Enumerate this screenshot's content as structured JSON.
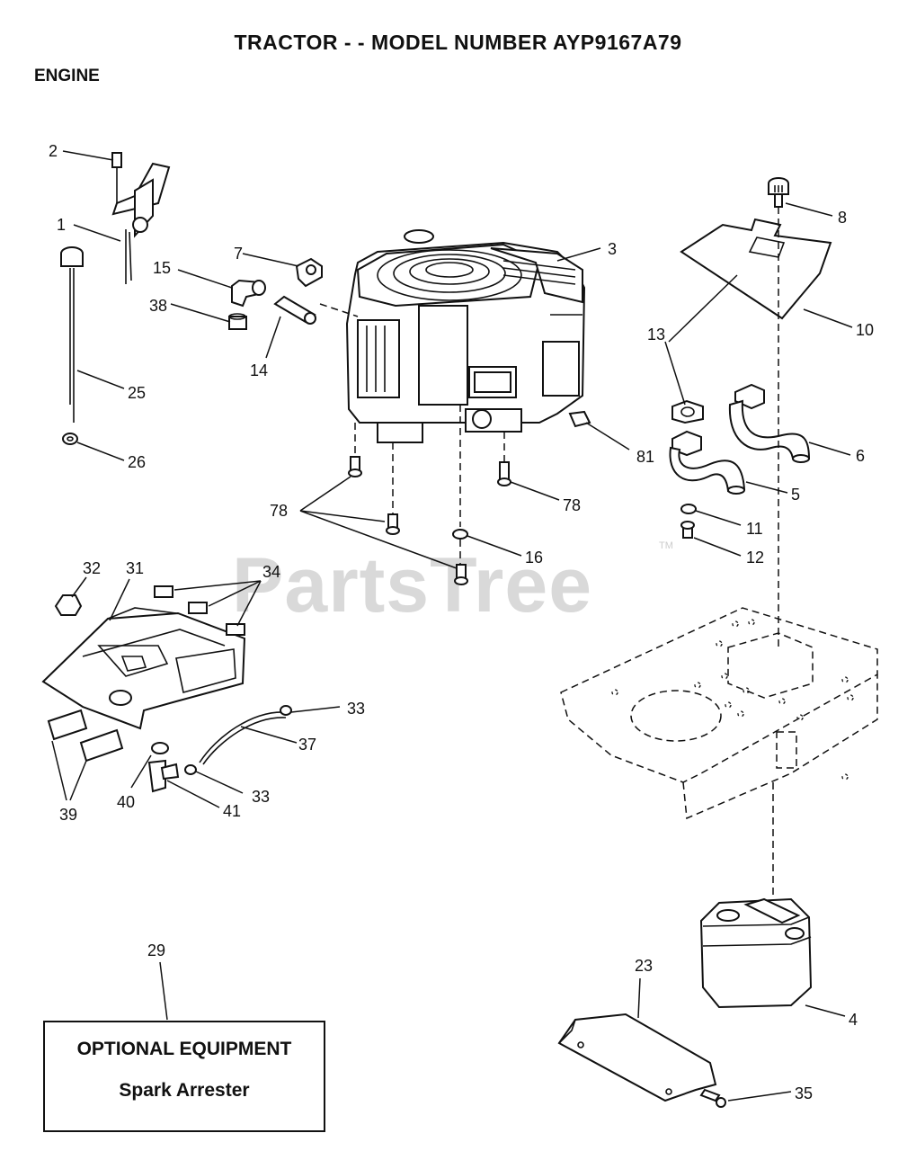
{
  "header": {
    "title": "TRACTOR - - MODEL NUMBER AYP9167A79",
    "section": "ENGINE"
  },
  "watermark": {
    "text": "PartsTree",
    "mark": "TM"
  },
  "callouts": {
    "c1": "1",
    "c2": "2",
    "c3": "3",
    "c4": "4",
    "c5": "5",
    "c6": "6",
    "c7": "7",
    "c8": "8",
    "c10": "10",
    "c11": "11",
    "c12": "12",
    "c13": "13",
    "c14": "14",
    "c15": "15",
    "c16": "16",
    "c23": "23",
    "c25": "25",
    "c26": "26",
    "c29": "29",
    "c31": "31",
    "c32": "32",
    "c33": "33",
    "c34": "34",
    "c35": "35",
    "c37": "37",
    "c38": "38",
    "c39": "39",
    "c40": "40",
    "c41": "41",
    "c78": "78",
    "c81": "81"
  },
  "optional": {
    "heading": "OPTIONAL EQUIPMENT",
    "item": "Spark Arrester"
  }
}
